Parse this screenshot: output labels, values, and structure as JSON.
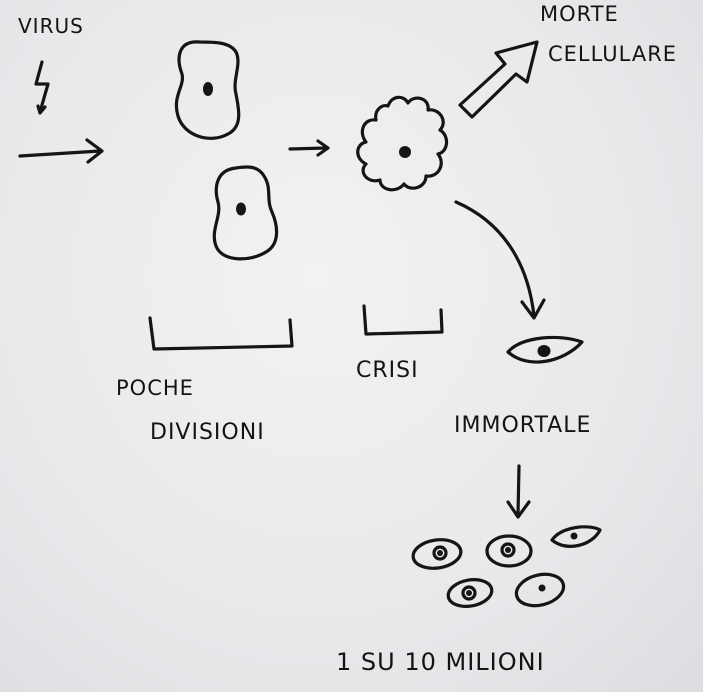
{
  "labels": {
    "virus": "VIRUS",
    "morte_1": "MORTE",
    "morte_2": "CELLULARE",
    "poche_1": "POCHE",
    "poche_2": "DIVISIONI",
    "crisi": "CRISI",
    "immortale": "IMMORTALE",
    "ratio": "1 SU 10 MILIONI"
  },
  "colors": {
    "ink": "#151515",
    "board": "#e9eaec"
  }
}
